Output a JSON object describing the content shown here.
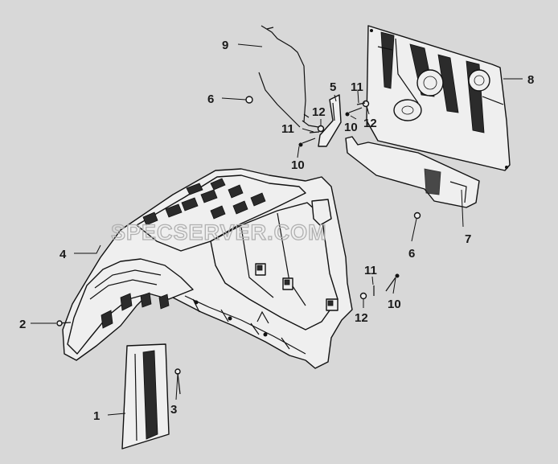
{
  "watermark": "SPECSERVER.COM",
  "callouts": {
    "c1": "1",
    "c2": "2",
    "c3": "3",
    "c4": "4",
    "c5": "5",
    "c6a": "6",
    "c6b": "6",
    "c7": "7",
    "c8": "8",
    "c9": "9",
    "c10a": "10",
    "c10b": "10",
    "c10c": "10",
    "c11a": "11",
    "c11b": "11",
    "c11c": "11",
    "c12a": "12",
    "c12b": "12",
    "c12c": "12"
  }
}
